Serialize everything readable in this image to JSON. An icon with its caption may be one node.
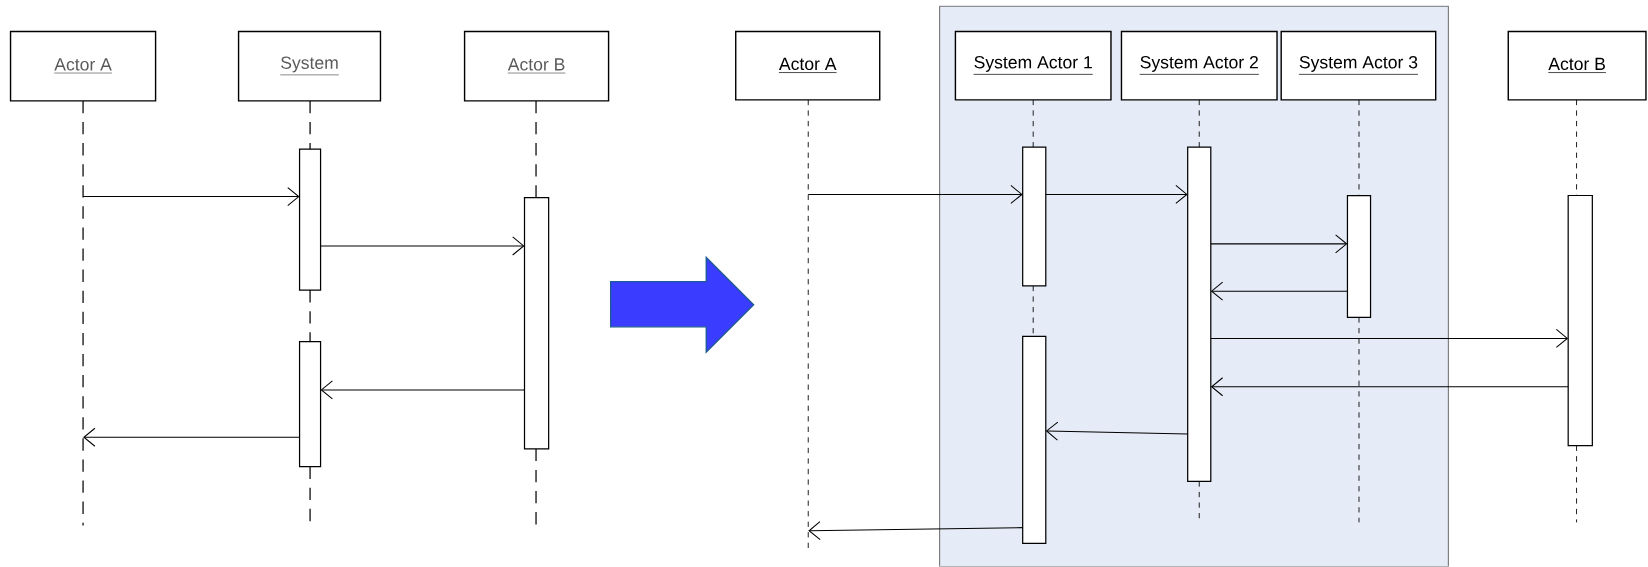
{
  "diagram": {
    "nodes": [
      {
        "text": [
          "Actor A"
        ]
      },
      {
        "text": [
          "System"
        ]
      },
      {
        "text": [
          "Actor B"
        ]
      },
      {
        "text": [],
        "shape": "bar"
      },
      {
        "text": [],
        "shape": "bar"
      },
      {
        "text": [],
        "shape": "bar"
      },
      {
        "text": [],
        "shape": "box"
      },
      {
        "text": [
          "Actor A"
        ]
      },
      {
        "text": [
          "System Actor 1"
        ],
        "in": 6
      },
      {
        "text": [
          "System Actor 2"
        ],
        "in": 6
      },
      {
        "text": [
          "System Actor 3"
        ],
        "in": 6
      },
      {
        "text": [
          "Actor B"
        ]
      },
      {
        "text": [],
        "shape": "bar",
        "in": 6
      },
      {
        "text": [],
        "shape": "bar",
        "in": 6
      },
      {
        "text": [],
        "shape": "bar",
        "in": 6
      },
      {
        "text": [],
        "shape": "bar",
        "in": 6
      },
      {
        "text": [],
        "shape": "bar"
      },
      {
        "text": [],
        "shape": "line"
      },
      {
        "text": [],
        "shape": "line"
      },
      {
        "text": [],
        "shape": "line"
      },
      {
        "text": [],
        "shape": "line"
      },
      {
        "text": [],
        "shape": "line",
        "in": 6
      },
      {
        "text": [],
        "shape": "line",
        "in": 6
      },
      {
        "text": [],
        "shape": "line",
        "in": 6
      },
      {
        "text": [],
        "shape": "line"
      }
    ],
    "edges": [
      {
        "from": 17,
        "to": 3,
        "arrow": "to"
      },
      {
        "from": 3,
        "to": 5,
        "arrow": "to"
      },
      {
        "from": 5,
        "to": 4,
        "arrow": "to"
      },
      {
        "from": 4,
        "to": 17,
        "arrow": "to"
      },
      {
        "from": 20,
        "to": 12,
        "arrow": "to"
      },
      {
        "from": 12,
        "to": 14,
        "arrow": "to"
      },
      {
        "from": 14,
        "to": 15,
        "arrow": "to"
      },
      {
        "from": 15,
        "to": 14,
        "arrow": "to"
      },
      {
        "from": 14,
        "to": 16,
        "arrow": "to"
      },
      {
        "from": 16,
        "to": 14,
        "arrow": "to"
      },
      {
        "from": 14,
        "to": 13,
        "arrow": "to"
      },
      {
        "from": 13,
        "to": 20,
        "arrow": "to"
      }
    ]
  }
}
